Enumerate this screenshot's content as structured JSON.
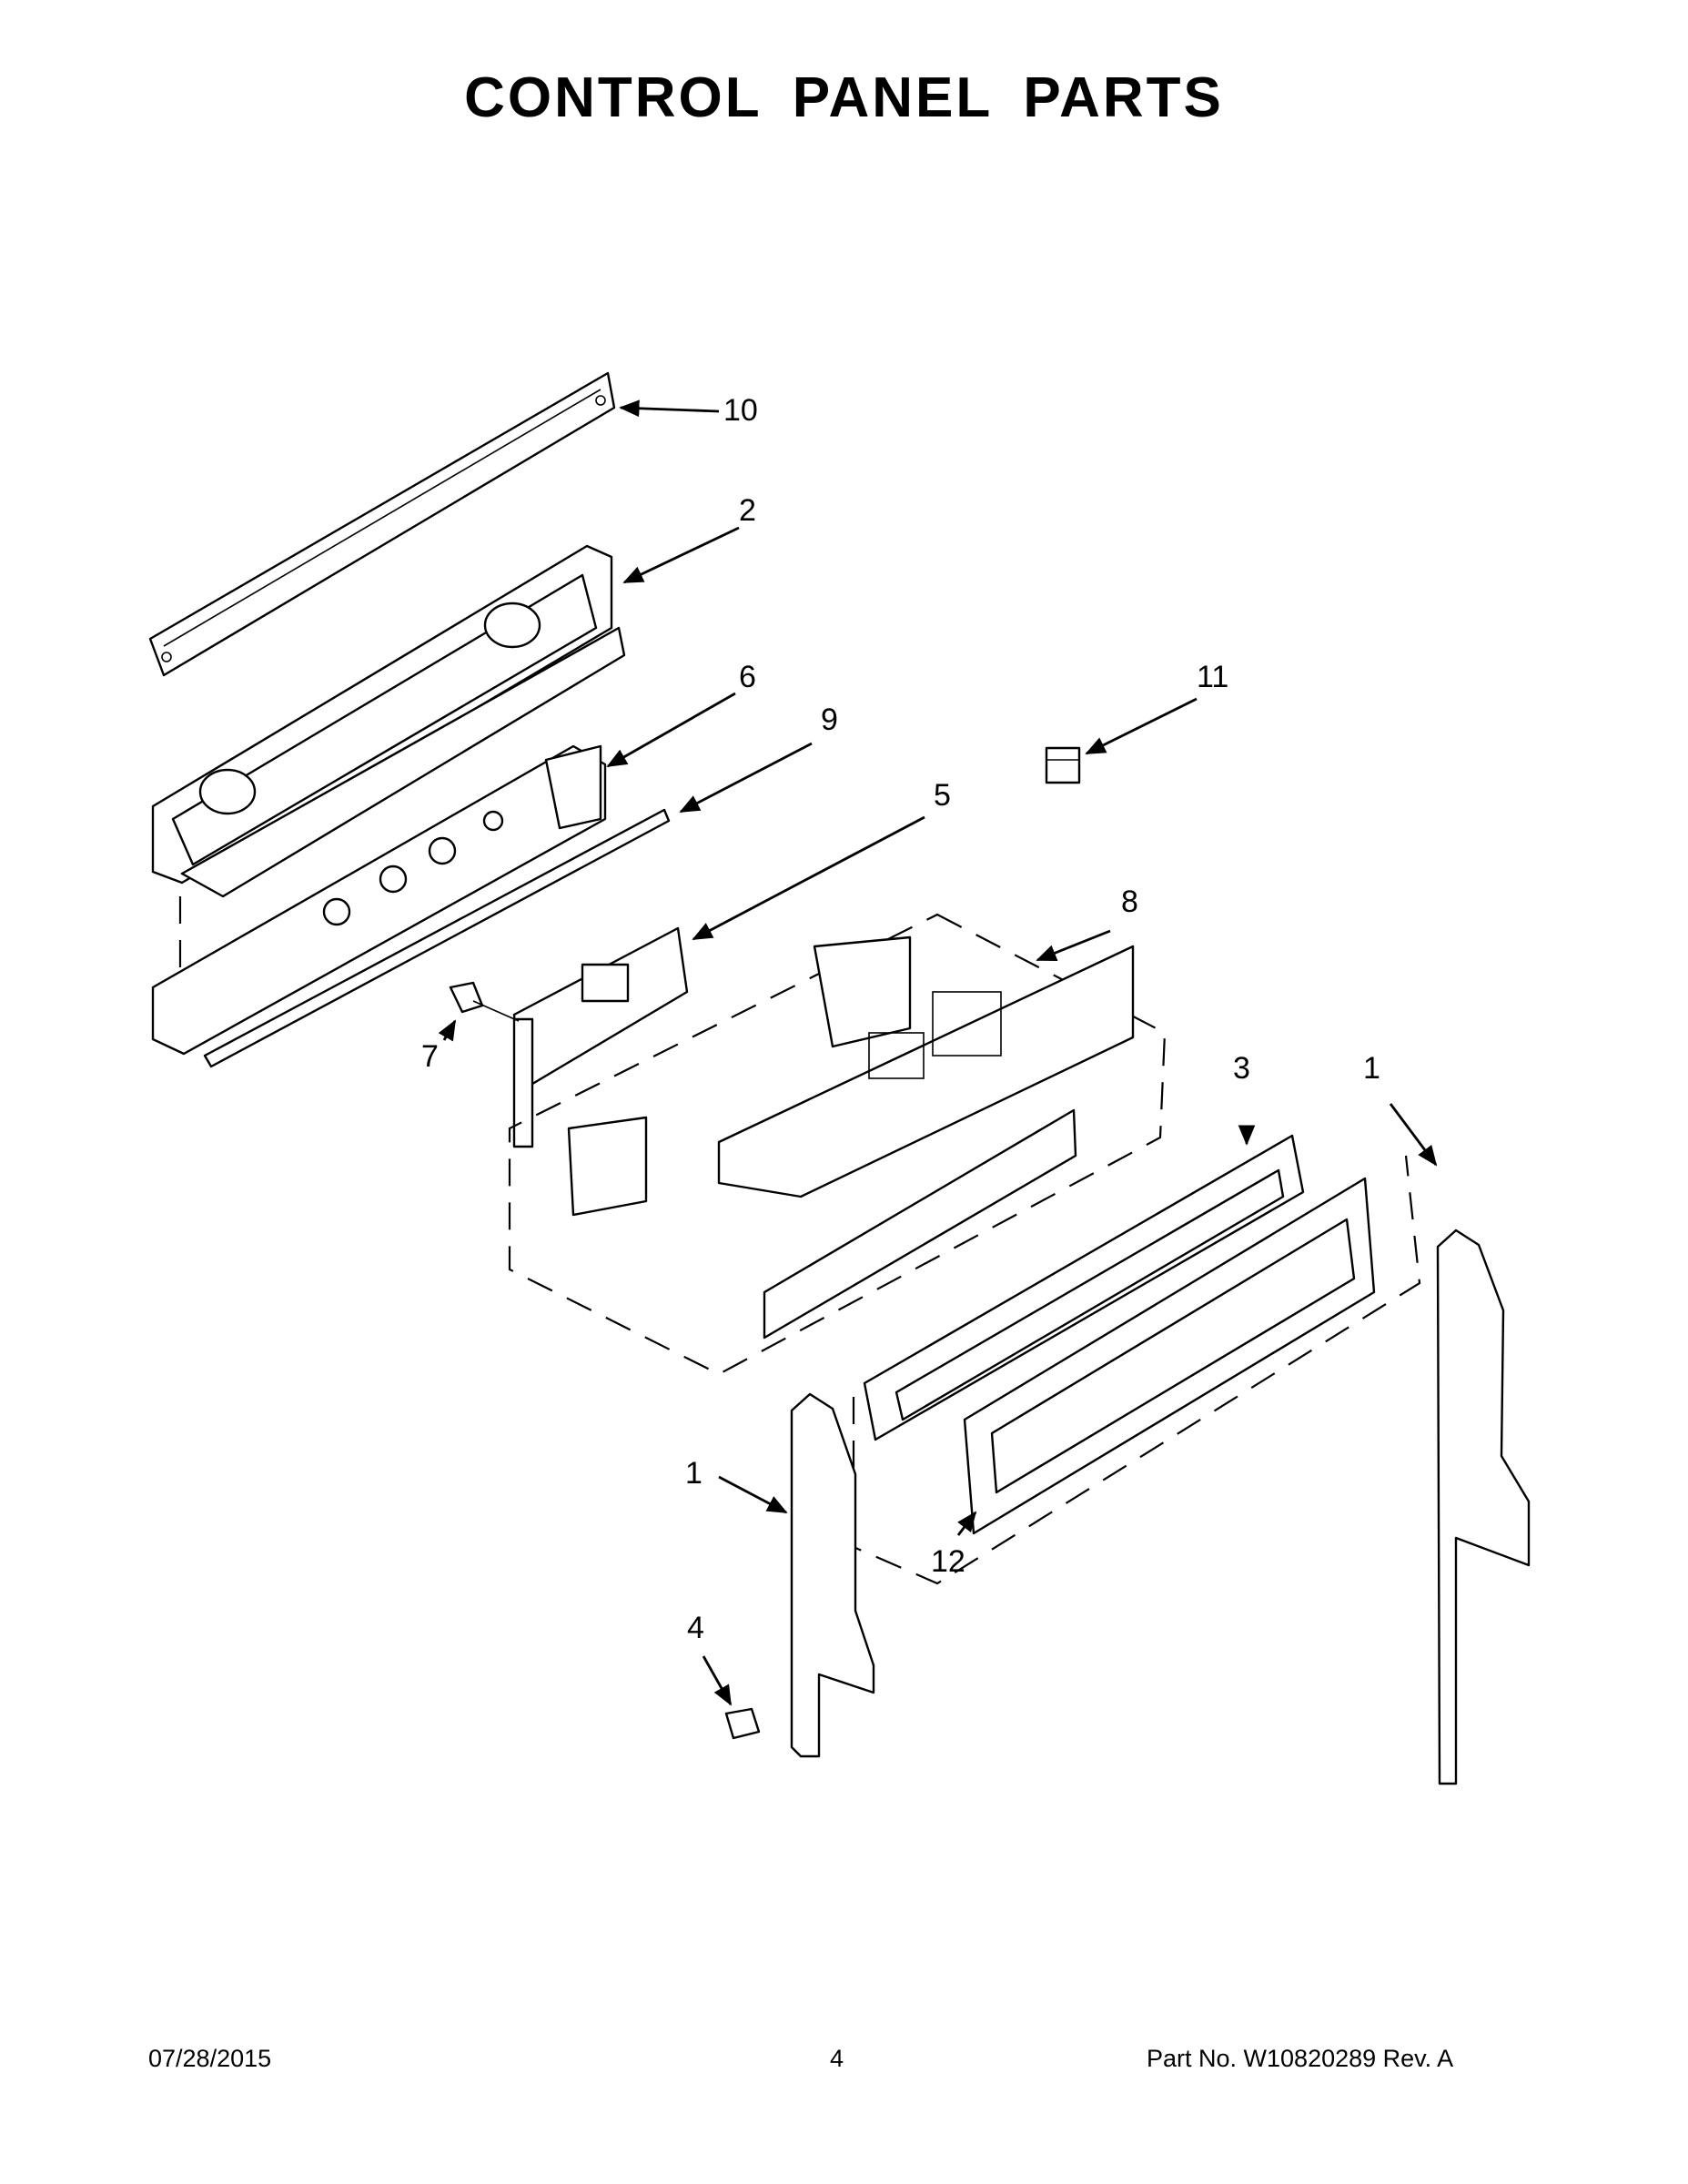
{
  "title": "CONTROL PANEL PARTS",
  "callouts": {
    "c10": "10",
    "c2": "2",
    "c6": "6",
    "c9": "9",
    "c5": "5",
    "c11": "11",
    "c8": "8",
    "c7": "7",
    "c3": "3",
    "c1_right": "1",
    "c1_left": "1",
    "c12": "12",
    "c4": "4"
  },
  "footer": {
    "date": "07/28/2015",
    "page": "4",
    "part_no": "Part No.  W10820289  Rev.  A"
  }
}
